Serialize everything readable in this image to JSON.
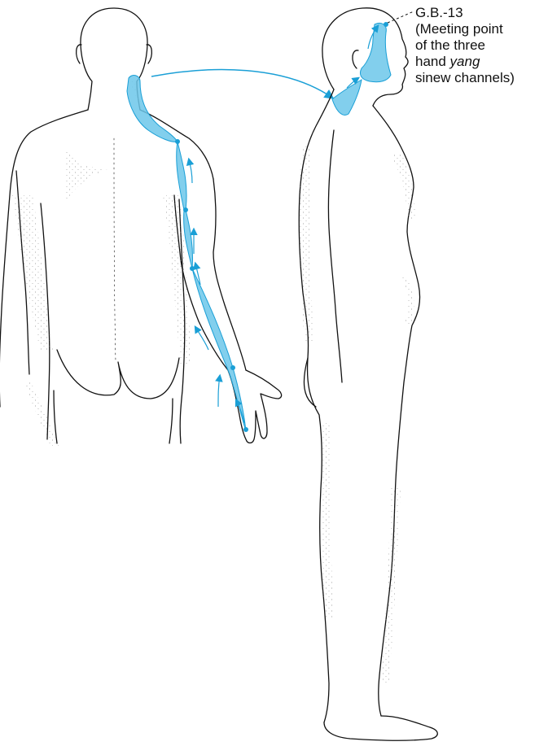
{
  "annotation": {
    "point_label": "G.B.-13",
    "line1": "(Meeting point",
    "line2": "of the three",
    "line3_prefix": "hand ",
    "line3_italic": "yang",
    "line4": "sinew channels)"
  },
  "colors": {
    "channel_fill": "#6cc7ea",
    "channel_stroke": "#1a9fd6",
    "outline": "#111111"
  }
}
